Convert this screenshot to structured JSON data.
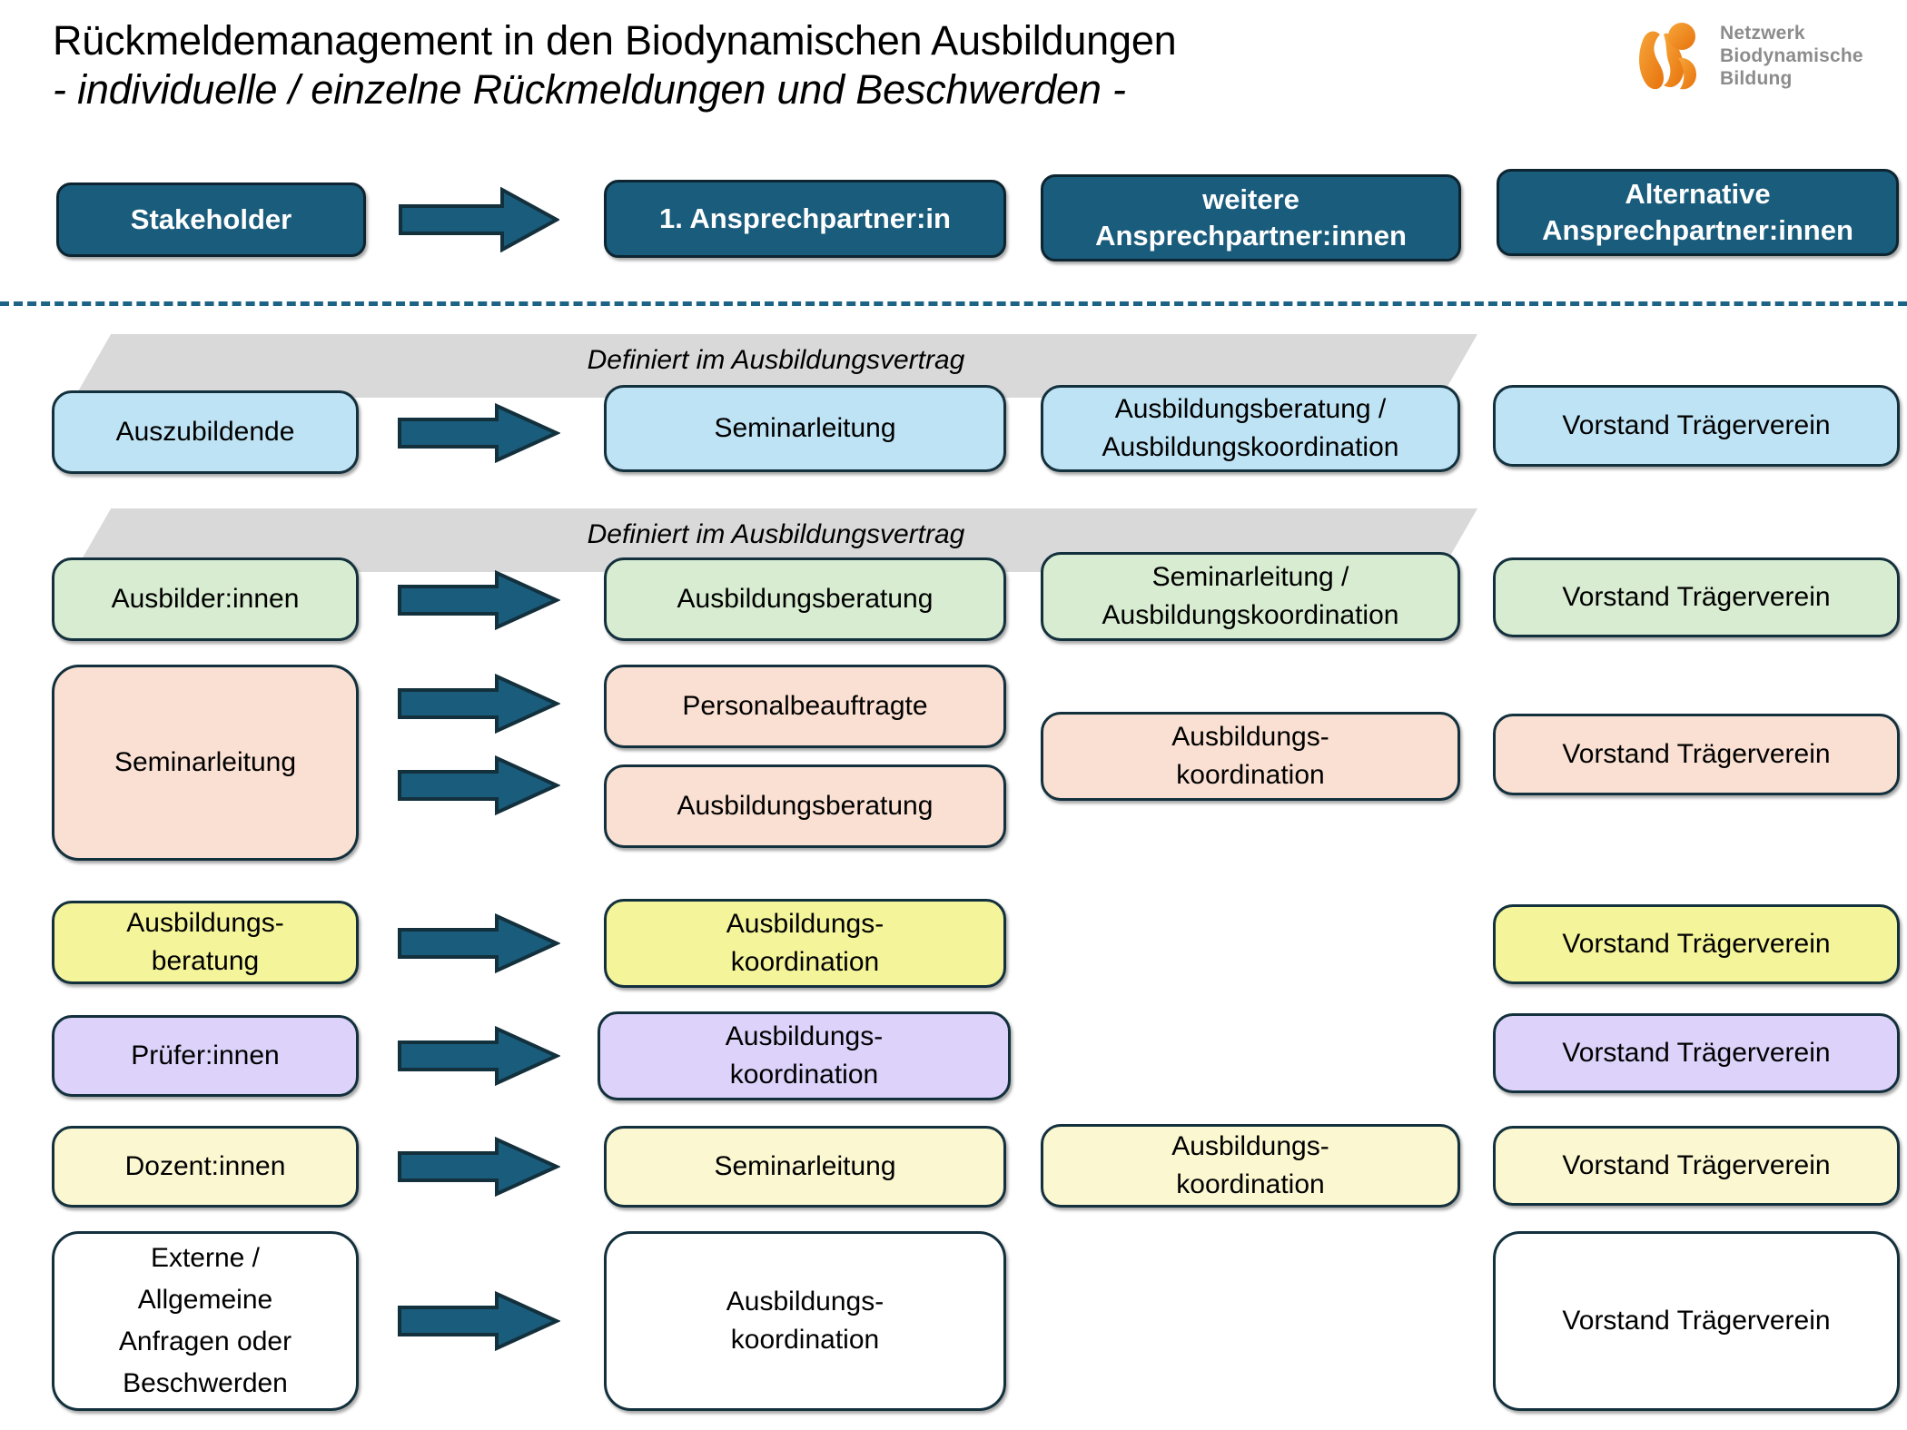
{
  "title": {
    "line1": "Rückmeldemanagement in den Biodynamischen Ausbildungen",
    "line2": "- individuelle / einzelne Rückmeldungen und Beschwerden -"
  },
  "logo": {
    "name": "netzwerk-biodynamische-bildung-logo",
    "line1": "Netzwerk",
    "line2": "Biodynamische",
    "line3": "Bildung",
    "mark_color": "#F08A1E",
    "text_color": "#8c8c8c"
  },
  "colors": {
    "header_fill": "#1a5c7c",
    "border": "#13303d",
    "arrow_fill": "#1a5c7c",
    "divider": "#1d6386",
    "banner_fill": "#d9d9d9",
    "row_blue": "#bee3f4",
    "row_green": "#d7ecd0",
    "row_peach": "#fae0d2",
    "row_yellow": "#f4f49a",
    "row_purple": "#dcd2fa",
    "row_cream": "#fbf7d1",
    "row_white": "#ffffff"
  },
  "headers": [
    {
      "label": "Stakeholder"
    },
    {
      "label": "1. Ansprechpartner:in"
    },
    {
      "label": "weitere\nAnsprechpartner:innen"
    },
    {
      "label": "Alternative\nAnsprechpartner:innen"
    }
  ],
  "banners": [
    {
      "label": "Definiert im Ausbildungsvertrag"
    },
    {
      "label": "Definiert im Ausbildungsvertrag"
    }
  ],
  "rows": [
    {
      "stakeholder": "Auszubildende",
      "first_contact": [
        "Seminarleitung"
      ],
      "further_contact": "Ausbildungsberatung /\nAusbildungskoordination",
      "alternative_contact": "Vorstand Trägerverein"
    },
    {
      "stakeholder": "Ausbilder:innen",
      "first_contact": [
        "Ausbildungsberatung"
      ],
      "further_contact": "Seminarleitung /\nAusbildungskoordination",
      "alternative_contact": "Vorstand Trägerverein"
    },
    {
      "stakeholder": "Seminarleitung",
      "first_contact": [
        "Personalbeauftragte",
        "Ausbildungsberatung"
      ],
      "further_contact": "Ausbildungs-\nkoordination",
      "alternative_contact": "Vorstand Trägerverein"
    },
    {
      "stakeholder": "Ausbildungs-\nberatung",
      "first_contact": [
        "Ausbildungs-\nkoordination"
      ],
      "further_contact": "",
      "alternative_contact": "Vorstand Trägerverein"
    },
    {
      "stakeholder": "Prüfer:innen",
      "first_contact": [
        "Ausbildungs-\nkoordination"
      ],
      "further_contact": "",
      "alternative_contact": "Vorstand Trägerverein"
    },
    {
      "stakeholder": "Dozent:innen",
      "first_contact": [
        "Seminarleitung"
      ],
      "further_contact": "Ausbildungs-\nkoordination",
      "alternative_contact": "Vorstand Trägerverein"
    },
    {
      "stakeholder": "Externe /\nAllgemeine\nAnfragen oder\nBeschwerden",
      "first_contact": [
        "Ausbildungs-\nkoordination"
      ],
      "further_contact": "",
      "alternative_contact": "Vorstand Trägerverein"
    }
  ]
}
